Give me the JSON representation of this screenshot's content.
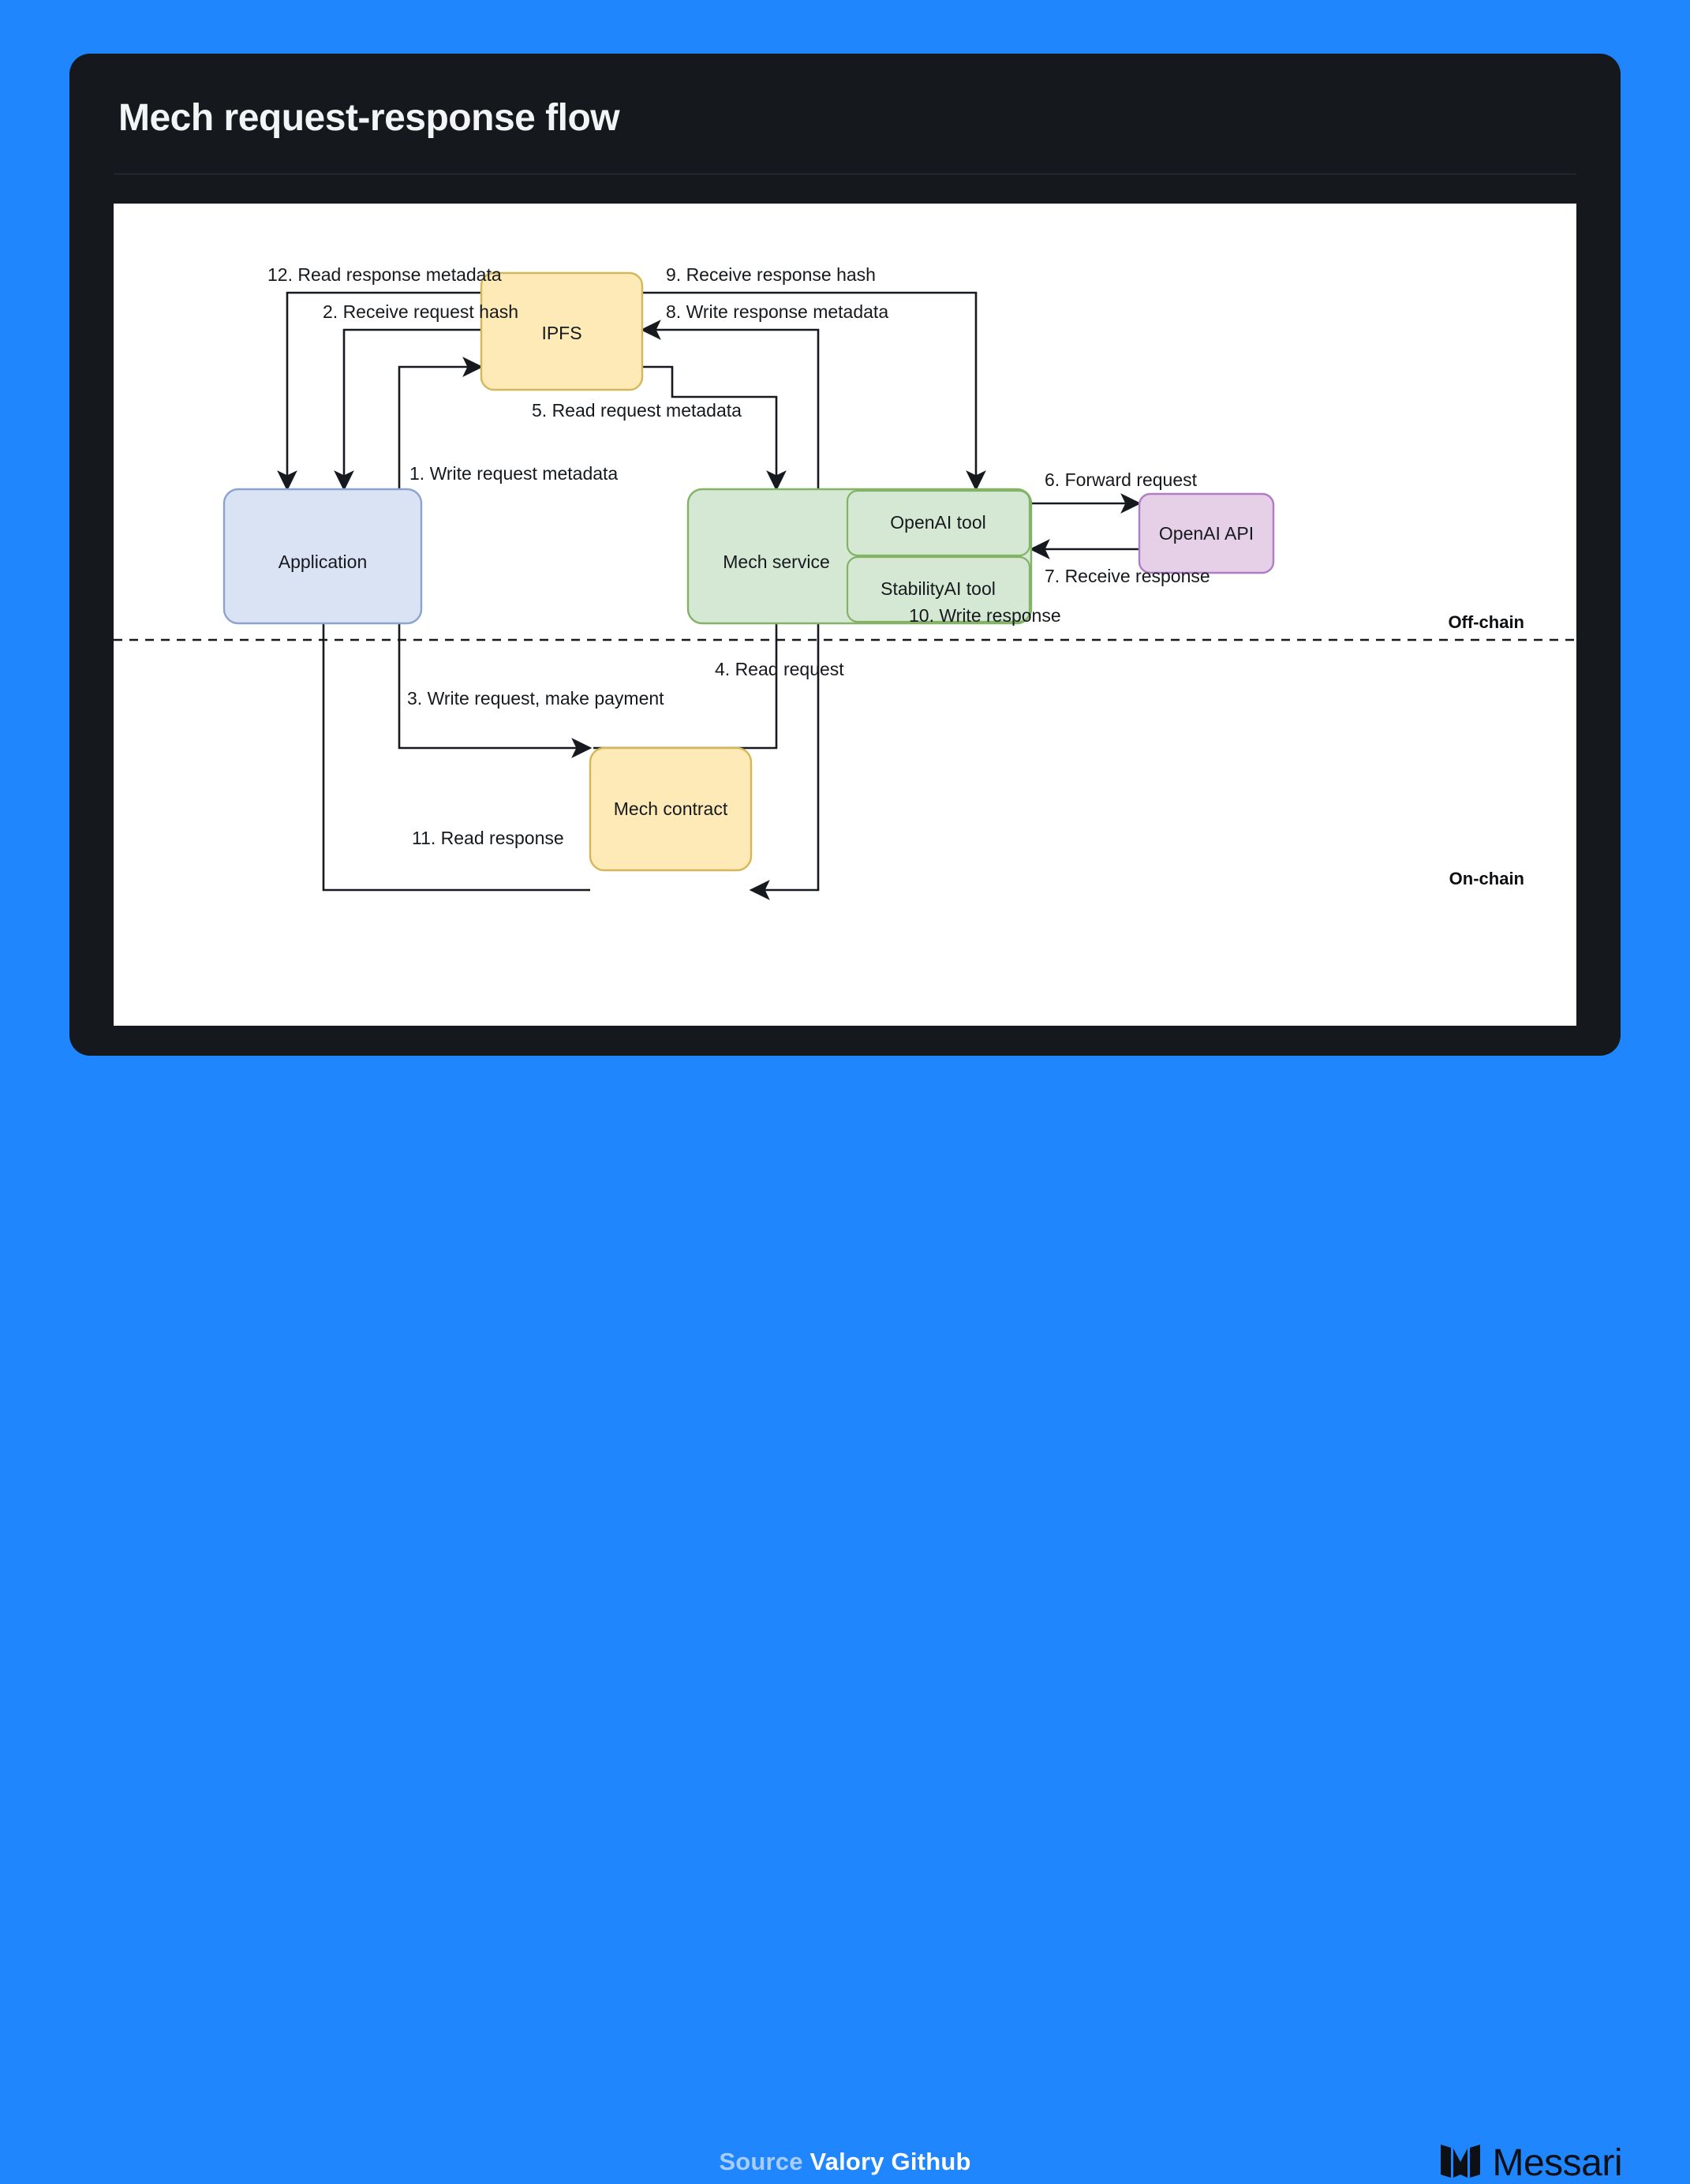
{
  "card": {
    "title": "Mech request-response flow",
    "background": "#1f86fe",
    "panel_bg": "#15181c",
    "canvas_bg": "#ffffff"
  },
  "footer": {
    "source_prefix": "Source",
    "source_name": "Valory Github",
    "brand": "Messari",
    "brand_mark": "messari-m-icon"
  },
  "diagram": {
    "type": "flowchart",
    "nodes": [
      {
        "id": "application",
        "label": "Application",
        "fill": "#dae3f3",
        "stroke": "#8aa4cf",
        "zone": "off-chain"
      },
      {
        "id": "ipfs",
        "label": "IPFS",
        "fill": "#fdeab6",
        "stroke": "#d6b656",
        "zone": "off-chain"
      },
      {
        "id": "mech-service",
        "label": "Mech service",
        "fill": "#d5e8d4",
        "stroke": "#82b366",
        "zone": "off-chain"
      },
      {
        "id": "openai-tool",
        "label": "OpenAI tool",
        "fill": "#d5e8d4",
        "stroke": "#82b366",
        "zone": "off-chain"
      },
      {
        "id": "stability-tool",
        "label": "StabilityAI tool",
        "fill": "#d5e8d4",
        "stroke": "#82b366",
        "zone": "off-chain"
      },
      {
        "id": "openai-api",
        "label": "OpenAI API",
        "fill": "#e5d0e8",
        "stroke": "#b07cc6",
        "zone": "off-chain"
      },
      {
        "id": "mech-contract",
        "label": "Mech contract",
        "fill": "#fdeab6",
        "stroke": "#d6b656",
        "zone": "on-chain"
      }
    ],
    "zones": [
      {
        "id": "off-chain",
        "label": "Off-chain"
      },
      {
        "id": "on-chain",
        "label": "On-chain"
      }
    ],
    "edges": [
      {
        "step": 1,
        "label": "1. Write request metadata",
        "from": "application",
        "to": "ipfs"
      },
      {
        "step": 2,
        "label": "2. Receive request hash",
        "from": "ipfs",
        "to": "application"
      },
      {
        "step": 3,
        "label": "3. Write request, make payment",
        "from": "application",
        "to": "mech-contract"
      },
      {
        "step": 4,
        "label": "4. Read request",
        "from": "mech-contract",
        "to": "mech-service"
      },
      {
        "step": 5,
        "label": "5. Read request metadata",
        "from": "ipfs",
        "to": "mech-service"
      },
      {
        "step": 6,
        "label": "6. Forward request",
        "from": "openai-tool",
        "to": "openai-api"
      },
      {
        "step": 7,
        "label": "7. Receive response",
        "from": "openai-api",
        "to": "openai-tool"
      },
      {
        "step": 8,
        "label": "8. Write response metadata",
        "from": "mech-service",
        "to": "ipfs"
      },
      {
        "step": 9,
        "label": "9. Receive response hash",
        "from": "ipfs",
        "to": "openai-tool"
      },
      {
        "step": 10,
        "label": "10. Write response",
        "from": "mech-service",
        "to": "mech-contract"
      },
      {
        "step": 11,
        "label": "11. Read response",
        "from": "mech-contract",
        "to": "application"
      },
      {
        "step": 12,
        "label": "12. Read response metadata",
        "from": "ipfs",
        "to": "application"
      }
    ]
  }
}
